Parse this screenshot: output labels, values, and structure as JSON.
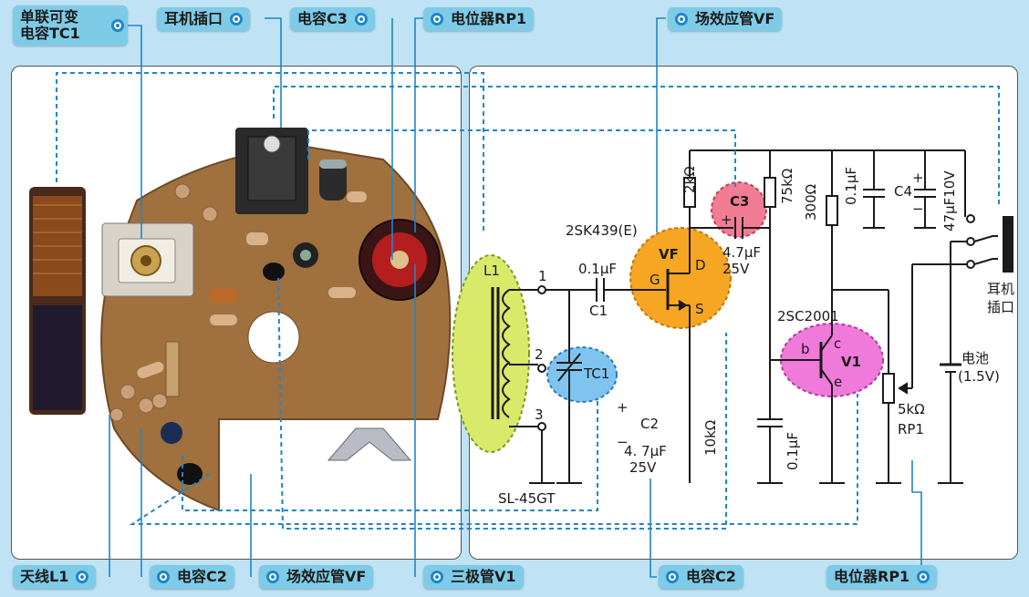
{
  "callouts_top": {
    "tc1_line1": "单联可变",
    "tc1_line2": "电容TC1",
    "jack": "耳机插口",
    "c3": "电容C3",
    "rp1": "电位器RP1",
    "vf": "场效应管VF"
  },
  "callouts_bottom": {
    "l1": "天线L1",
    "c2": "电容C2",
    "vf": "场效应管VF",
    "v1": "三极管V1",
    "c2_right": "电容C2",
    "rp1_right": "电位器RP1"
  },
  "schematic": {
    "l1": "L1",
    "pin1": "1",
    "pin2": "2",
    "pin3": "3",
    "coil_model": "SL-45GT",
    "tc1": "TC1",
    "c1_value": "0.1μF",
    "c1": "C1",
    "vf_model": "2SK439(E)",
    "vf": "VF",
    "g": "G",
    "d": "D",
    "s": "S",
    "r_2k": "2kΩ",
    "c3": "C3",
    "c3_value": "4.7μF",
    "c3_voltage": "25V",
    "r_75k": "75kΩ",
    "r_300": "300Ω",
    "c_01_top": "0.1μF",
    "c4": "C4",
    "c4_value": "47μF10V",
    "c2": "C2",
    "c2_value": "4. 7μF",
    "c2_voltage": "25V",
    "r_10k": "10kΩ",
    "c_01_bottom": "0.1μF",
    "v1_model": "2SC2001",
    "v1": "V1",
    "b": "b",
    "c": "c",
    "e": "e",
    "rp1_value": "5kΩ",
    "rp1": "RP1",
    "battery": "电池",
    "battery_value": "(1.5V)",
    "jack_line1": "耳机",
    "jack_line2": "插口",
    "plus": "+",
    "minus": "−"
  },
  "colors": {
    "background": "#bfe3f4",
    "tag": "#7ecbe8",
    "dash": "#1f86c9",
    "pcb": "#a0703f",
    "l1_highlight": "#d9e96a",
    "tc1_highlight": "#7ec4ee",
    "vf_highlight": "#f6a623",
    "c3_highlight": "#f27c93",
    "v1_highlight": "#f07ad9"
  }
}
